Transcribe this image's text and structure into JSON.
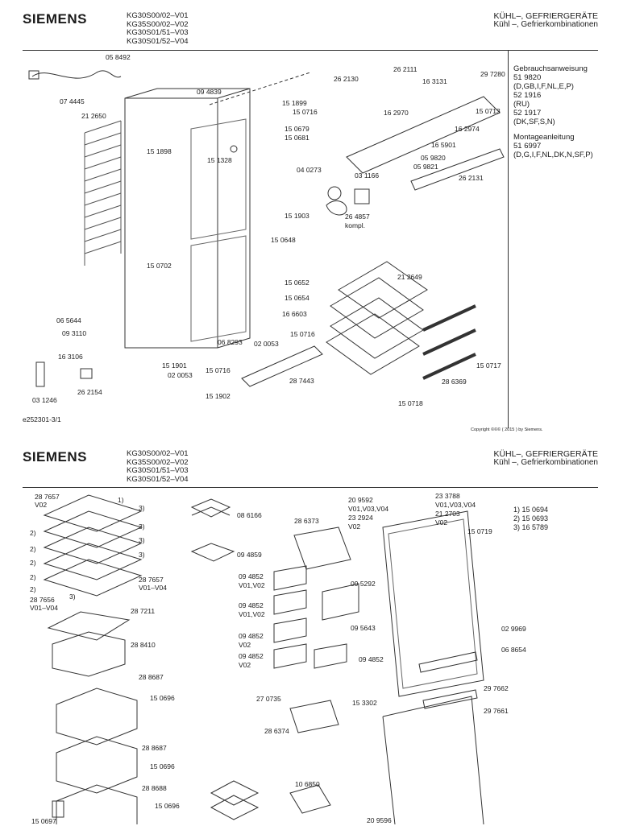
{
  "brand": "SIEMENS",
  "models": [
    "KG30S00/02–V01",
    "KG35S00/02–V02",
    "KG30S01/51–V03",
    "KG30S01/52–V04"
  ],
  "category": {
    "line1": "KÜHL–, GEFRIERGERÄTE",
    "line2": "Kühl –, Gefrierkombinationen"
  },
  "sheet1": {
    "documents": [
      "Gebrauchsanweisung",
      "51 9820",
      "(D,GB,I,F,NL,E,P)",
      "52 1916",
      "(RU)",
      "52 1917",
      "(DK,SF,S,N)",
      "",
      "Montageanleitung",
      "51 6997",
      "(D,G,I,F,NL,DK,N,SF,P)"
    ],
    "parts": [
      "05 8492",
      "07 4445",
      "21 2650",
      "09 4839",
      "15 1899",
      "15 0716",
      "15 0679",
      "15 0681",
      "26 2130",
      "26 2111",
      "16 3131",
      "29 7280",
      "16 2970",
      "16 2974",
      "15 0713",
      "15 1898",
      "15 1328",
      "16 5901",
      "05 9820",
      "05 9821",
      "03 1166",
      "04 0273",
      "26 2131",
      "15 1903",
      "26 4857",
      "kompl.",
      "15 0648",
      "15 0702",
      "15 0652",
      "15 0654",
      "21 2649",
      "06 5644",
      "09 3110",
      "16 6603",
      "06 8293",
      "02 0053",
      "15 0716",
      "16 3106",
      "15 1901",
      "02 0053",
      "15 0716",
      "26 2154",
      "03 1246",
      "28 7443",
      "15 1902",
      "28 6369",
      "15 0717",
      "15 0718"
    ],
    "drawing_id": "e252301-3/1",
    "copyright": "Copyright ©©© ( 2015 ) by Siemens."
  },
  "sheet2": {
    "notes": [
      "1) 15 0694",
      "2) 15 0693",
      "3) 16 5789"
    ],
    "parts": [
      "28 7657",
      "V02",
      "1)",
      "3)",
      "3)",
      "3)",
      "3)",
      "2)",
      "2)",
      "2)",
      "2)",
      "2)",
      "28 7657",
      "V01–V04",
      "28 7656",
      "V01–V04",
      "3)",
      "08 6166",
      "09 4859",
      "28 6373",
      "20 9592",
      "V01,V03,V04",
      "23 2924",
      "V02",
      "23 3788",
      "V01,V03,V04",
      "21 2703",
      "V02",
      "15 0719",
      "09 4852",
      "V01,V02",
      "09 5292",
      "09 4852",
      "V01,V02",
      "09 5643",
      "09 4852",
      "V02",
      "09 4852",
      "V02",
      "09 4852",
      "28 7211",
      "28 8410",
      "02 9969",
      "06 8654",
      "28 8687",
      "15 0696",
      "27 0735",
      "15 3302",
      "29 7662",
      "29 7661",
      "28 6374",
      "28 8687",
      "15 0696",
      "28 8688",
      "15 0696",
      "10 6850",
      "15 0697",
      "20 9596"
    ]
  }
}
